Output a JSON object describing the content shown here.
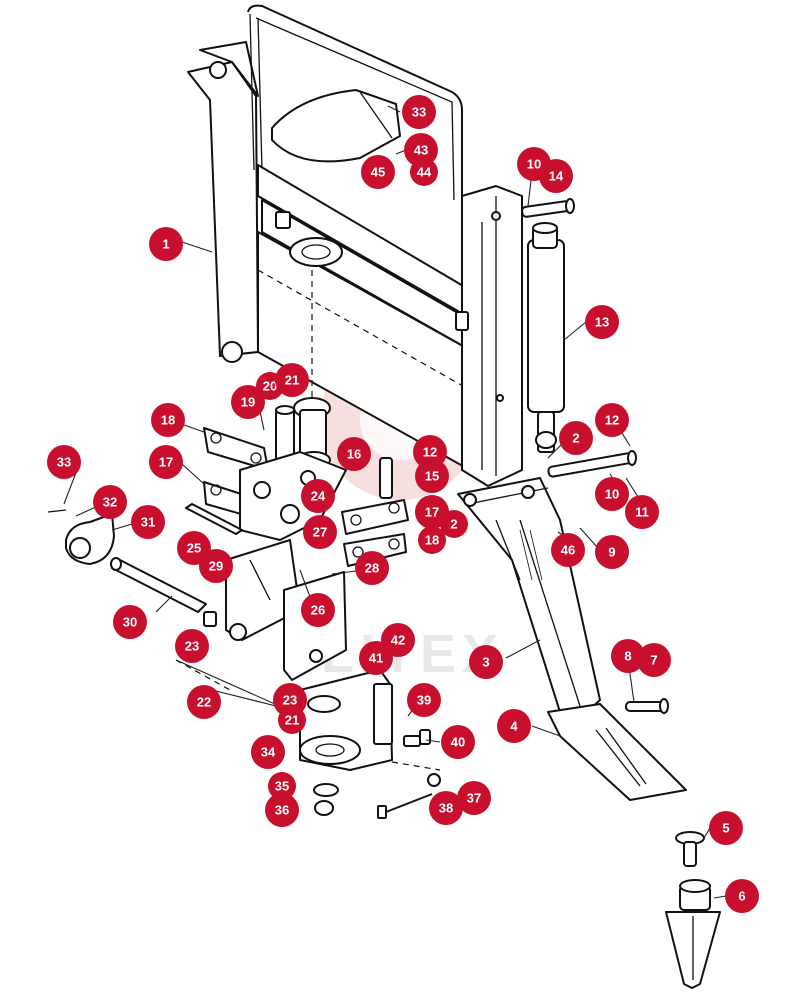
{
  "diagram": {
    "watermark": "ILITEX",
    "callouts": [
      {
        "id": "c33a",
        "label": "33"
      },
      {
        "id": "c43",
        "label": "43"
      },
      {
        "id": "c45",
        "label": "45"
      },
      {
        "id": "c44",
        "label": "44"
      },
      {
        "id": "c1",
        "label": "1"
      },
      {
        "id": "c10a",
        "label": "10"
      },
      {
        "id": "c14",
        "label": "14"
      },
      {
        "id": "c13",
        "label": "13"
      },
      {
        "id": "c20",
        "label": "20"
      },
      {
        "id": "c21a",
        "label": "21"
      },
      {
        "id": "c19",
        "label": "19"
      },
      {
        "id": "c18a",
        "label": "18"
      },
      {
        "id": "c12a",
        "label": "12"
      },
      {
        "id": "c2a",
        "label": "2"
      },
      {
        "id": "c12b",
        "label": "12"
      },
      {
        "id": "c16",
        "label": "16"
      },
      {
        "id": "c15",
        "label": "15"
      },
      {
        "id": "c17a",
        "label": "17"
      },
      {
        "id": "c33b",
        "label": "33"
      },
      {
        "id": "c24",
        "label": "24"
      },
      {
        "id": "c17b",
        "label": "17"
      },
      {
        "id": "c2b",
        "label": "2"
      },
      {
        "id": "c10b",
        "label": "10"
      },
      {
        "id": "c11",
        "label": "11"
      },
      {
        "id": "c32",
        "label": "32"
      },
      {
        "id": "c31",
        "label": "31"
      },
      {
        "id": "c18b",
        "label": "18"
      },
      {
        "id": "c46",
        "label": "46"
      },
      {
        "id": "c9",
        "label": "9"
      },
      {
        "id": "c25",
        "label": "25"
      },
      {
        "id": "c27",
        "label": "27"
      },
      {
        "id": "c29",
        "label": "29"
      },
      {
        "id": "c28",
        "label": "28"
      },
      {
        "id": "c26",
        "label": "26"
      },
      {
        "id": "c30",
        "label": "30"
      },
      {
        "id": "c23a",
        "label": "23"
      },
      {
        "id": "c42",
        "label": "42"
      },
      {
        "id": "c8",
        "label": "8"
      },
      {
        "id": "c7",
        "label": "7"
      },
      {
        "id": "c41",
        "label": "41"
      },
      {
        "id": "c3",
        "label": "3"
      },
      {
        "id": "c22",
        "label": "22"
      },
      {
        "id": "c23b",
        "label": "23"
      },
      {
        "id": "c39",
        "label": "39"
      },
      {
        "id": "c21b",
        "label": "21"
      },
      {
        "id": "c4",
        "label": "4"
      },
      {
        "id": "c34",
        "label": "34"
      },
      {
        "id": "c40",
        "label": "40"
      },
      {
        "id": "c35",
        "label": "35"
      },
      {
        "id": "c37",
        "label": "37"
      },
      {
        "id": "c36",
        "label": "36"
      },
      {
        "id": "c38",
        "label": "38"
      },
      {
        "id": "c5",
        "label": "5"
      },
      {
        "id": "c6",
        "label": "6"
      }
    ]
  }
}
